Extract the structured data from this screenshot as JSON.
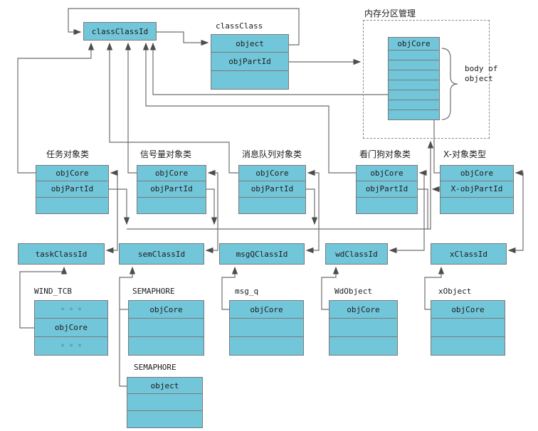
{
  "top": {
    "class_class_id": "classClassId",
    "class_class_title": "classClass",
    "class_class_rows": [
      "object",
      "objPartId",
      ""
    ]
  },
  "memory_section": {
    "label": "内存分区管理",
    "stack_header": "objCore",
    "brace_label": "body of\nobject"
  },
  "class_boxes": [
    {
      "title": "任务对象类",
      "rows": [
        "objCore",
        "objPartId",
        ""
      ]
    },
    {
      "title": "信号量对象类",
      "rows": [
        "objCore",
        "objPartId",
        ""
      ]
    },
    {
      "title": "消息队列对象类",
      "rows": [
        "objCore",
        "objPartId",
        ""
      ]
    },
    {
      "title": "看门狗对象类",
      "rows": [
        "objCore",
        "objPartId",
        ""
      ]
    },
    {
      "title": "X-对象类型",
      "rows": [
        "objCore",
        "X-objPartId",
        ""
      ]
    }
  ],
  "classid_boxes": [
    {
      "label": "taskClassId"
    },
    {
      "label": "semClassId"
    },
    {
      "label": "msgQClassId"
    },
    {
      "label": "wdClassId"
    },
    {
      "label": "xClassId"
    }
  ],
  "instance_boxes": [
    {
      "title": "WIND_TCB",
      "rows": [
        "◦ ◦ ◦",
        "objCore",
        "◦ ◦ ◦"
      ]
    },
    {
      "title": "SEMAPHORE",
      "rows": [
        "objCore",
        "",
        ""
      ]
    },
    {
      "title": "msg_q",
      "rows": [
        "objCore",
        "",
        ""
      ]
    },
    {
      "title": "WdObject",
      "rows": [
        "objCore",
        "",
        ""
      ]
    },
    {
      "title": "xObject",
      "rows": [
        "objCore",
        "",
        ""
      ]
    }
  ],
  "bottom_box": {
    "title": "SEMAPHORE",
    "rows": [
      "object",
      "",
      ""
    ]
  },
  "colors": {
    "box_fill": "#72c6da",
    "box_border": "#7a7a7a",
    "wire": "#4d4d4d"
  }
}
